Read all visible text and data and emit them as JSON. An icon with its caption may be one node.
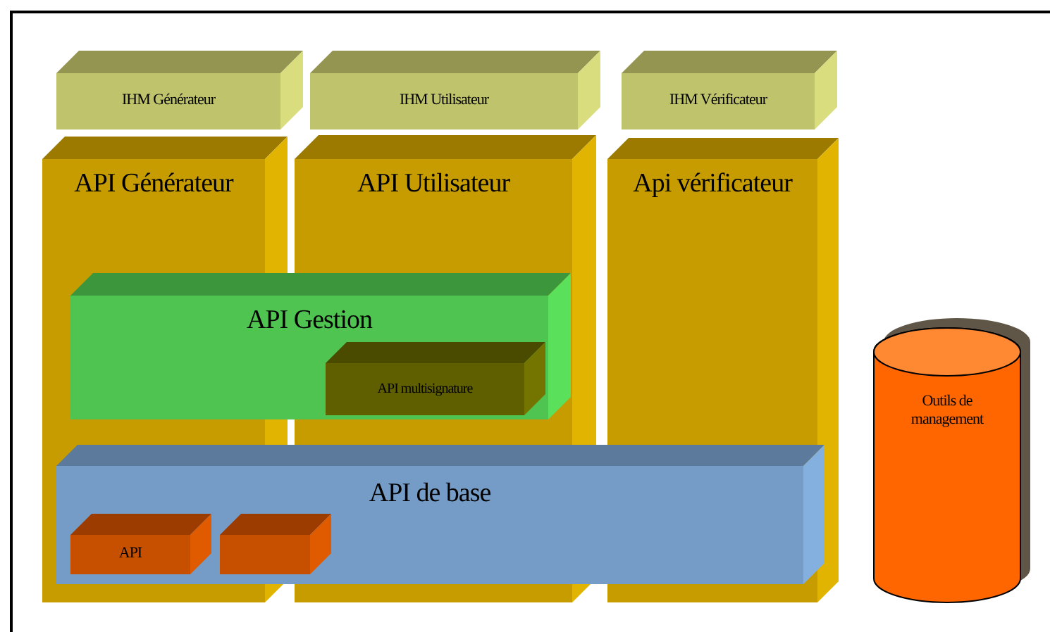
{
  "diagram": {
    "nodes": [
      {
        "text": [
          "IHM Générateur"
        ]
      },
      {
        "text": [
          "IHM Utilisateur"
        ]
      },
      {
        "text": [
          "IHM Vérificateur"
        ]
      },
      {
        "text": [
          "API Générateur"
        ]
      },
      {
        "text": [
          "API Utilisateur"
        ]
      },
      {
        "text": [
          "Api vérificateur"
        ]
      },
      {
        "text": [
          "API Gestion"
        ]
      },
      {
        "text": [
          "API multisignature"
        ]
      },
      {
        "text": [
          "API de base"
        ]
      },
      {
        "text": [
          "API"
        ]
      },
      {
        "text": [],
        "shape": "box",
        "in": 8
      },
      {
        "text": [
          "Outils de management"
        ]
      }
    ]
  }
}
